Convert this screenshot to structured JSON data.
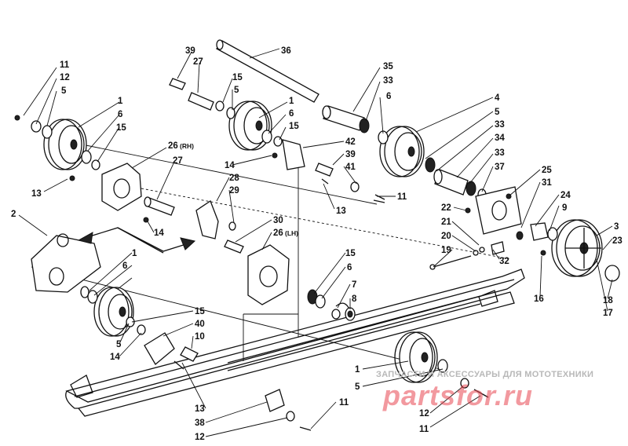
{
  "diagram": {
    "callouts": [
      {
        "id": "c11a",
        "text": "11"
      },
      {
        "id": "c12a",
        "text": "12"
      },
      {
        "id": "c5a",
        "text": "5"
      },
      {
        "id": "c1a",
        "text": "1"
      },
      {
        "id": "c6a",
        "text": "6"
      },
      {
        "id": "c15a",
        "text": "15"
      },
      {
        "id": "c26rh",
        "text": "26"
      },
      {
        "id": "c27a",
        "text": "27"
      },
      {
        "id": "c13a",
        "text": "13"
      },
      {
        "id": "c2",
        "text": "2"
      },
      {
        "id": "c14a",
        "text": "14"
      },
      {
        "id": "c39a",
        "text": "39"
      },
      {
        "id": "c27b",
        "text": "27"
      },
      {
        "id": "c15b",
        "text": "15"
      },
      {
        "id": "c5b",
        "text": "5"
      },
      {
        "id": "c36",
        "text": "36"
      },
      {
        "id": "c1b",
        "text": "1"
      },
      {
        "id": "c6b",
        "text": "6"
      },
      {
        "id": "c15c",
        "text": "15"
      },
      {
        "id": "c42",
        "text": "42"
      },
      {
        "id": "c39b",
        "text": "39"
      },
      {
        "id": "c41",
        "text": "41"
      },
      {
        "id": "c14b",
        "text": "14"
      },
      {
        "id": "c11b",
        "text": "11"
      },
      {
        "id": "c13b",
        "text": "13"
      },
      {
        "id": "c35",
        "text": "35"
      },
      {
        "id": "c33a",
        "text": "33"
      },
      {
        "id": "c6c",
        "text": "6"
      },
      {
        "id": "c4",
        "text": "4"
      },
      {
        "id": "c5c",
        "text": "5"
      },
      {
        "id": "c33b",
        "text": "33"
      },
      {
        "id": "c34",
        "text": "34"
      },
      {
        "id": "c33c",
        "text": "33"
      },
      {
        "id": "c37",
        "text": "37"
      },
      {
        "id": "c25",
        "text": "25"
      },
      {
        "id": "c31",
        "text": "31"
      },
      {
        "id": "c24",
        "text": "24"
      },
      {
        "id": "c9",
        "text": "9"
      },
      {
        "id": "c3",
        "text": "3"
      },
      {
        "id": "c23",
        "text": "23"
      },
      {
        "id": "c22",
        "text": "22"
      },
      {
        "id": "c21",
        "text": "21"
      },
      {
        "id": "c20",
        "text": "20"
      },
      {
        "id": "c19",
        "text": "19"
      },
      {
        "id": "c32",
        "text": "32"
      },
      {
        "id": "c16",
        "text": "16"
      },
      {
        "id": "c18",
        "text": "18"
      },
      {
        "id": "c17",
        "text": "17"
      },
      {
        "id": "c28",
        "text": "28"
      },
      {
        "id": "c29",
        "text": "29"
      },
      {
        "id": "c30",
        "text": "30"
      },
      {
        "id": "c26lh",
        "text": "26"
      },
      {
        "id": "c15d",
        "text": "15"
      },
      {
        "id": "c6d",
        "text": "6"
      },
      {
        "id": "c1c",
        "text": "1"
      },
      {
        "id": "c15e",
        "text": "15"
      },
      {
        "id": "c40",
        "text": "40"
      },
      {
        "id": "c10",
        "text": "10"
      },
      {
        "id": "c5d",
        "text": "5"
      },
      {
        "id": "c14c",
        "text": "14"
      },
      {
        "id": "c15f",
        "text": "15"
      },
      {
        "id": "c6e",
        "text": "6"
      },
      {
        "id": "c7",
        "text": "7"
      },
      {
        "id": "c8",
        "text": "8"
      },
      {
        "id": "c1d",
        "text": "1"
      },
      {
        "id": "c5e",
        "text": "5"
      },
      {
        "id": "c12b",
        "text": "12"
      },
      {
        "id": "c11c",
        "text": "11"
      },
      {
        "id": "c11d",
        "text": "11"
      },
      {
        "id": "c13c",
        "text": "13"
      },
      {
        "id": "c38",
        "text": "38"
      },
      {
        "id": "c12c",
        "text": "12"
      }
    ],
    "side_tags": {
      "rh": "(RH)",
      "lh": "(LH)"
    }
  },
  "watermark": {
    "tagline": "ЗАПЧАСТИ И АКСЕССУАРЫ ДЛЯ МОТОТЕХНИКИ",
    "logo": "partsfor.ru"
  }
}
